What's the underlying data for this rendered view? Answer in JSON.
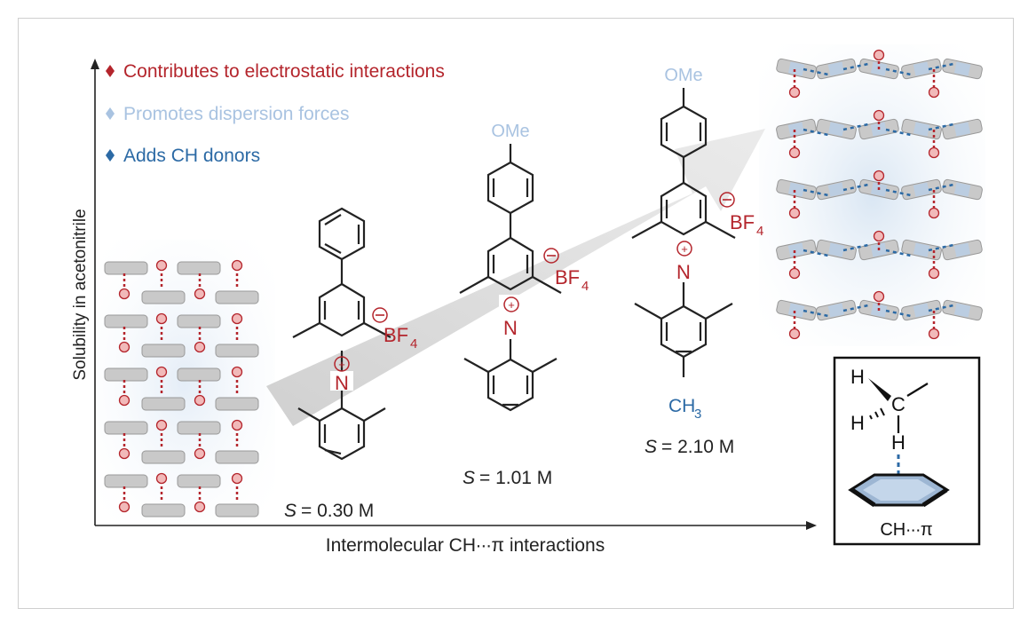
{
  "legend": {
    "items": [
      {
        "text": "Contributes to electrostatic interactions",
        "color": "#b4252c"
      },
      {
        "text": "Promotes dispersion forces",
        "color": "#a9c3e1"
      },
      {
        "text": "Adds CH donors",
        "color": "#2c6aa5"
      }
    ]
  },
  "axes": {
    "y_label": "Solubility in acetonitrile",
    "x_label": "Intermolecular CH∙∙∙π interactions"
  },
  "molecules": [
    {
      "substituent_top": "",
      "substituent_bottom": "",
      "counterion": "BF",
      "counterion_sub": "4",
      "cation": "N",
      "solubility_prefix": "S",
      "solubility_value": "= 0.30 M"
    },
    {
      "substituent_top": "OMe",
      "substituent_bottom": "",
      "counterion": "BF",
      "counterion_sub": "4",
      "cation": "N",
      "solubility_prefix": "S",
      "solubility_value": "= 1.01 M"
    },
    {
      "substituent_top": "OMe",
      "substituent_bottom": "CH",
      "substituent_bottom_sub": "3",
      "counterion": "BF",
      "counterion_sub": "4",
      "cation": "N",
      "solubility_prefix": "S",
      "solubility_value": "= 2.10 M"
    }
  ],
  "inset": {
    "h1": "H",
    "h2": "H",
    "c": "C",
    "h3": "H",
    "caption": "CH∙∙∙π"
  },
  "colors": {
    "electrostatic": "#b4252c",
    "dispersion": "#a9c3e1",
    "ch_donor": "#2c6aa5",
    "arrow": "#cfcfcf",
    "block": "#c9c9c9"
  }
}
